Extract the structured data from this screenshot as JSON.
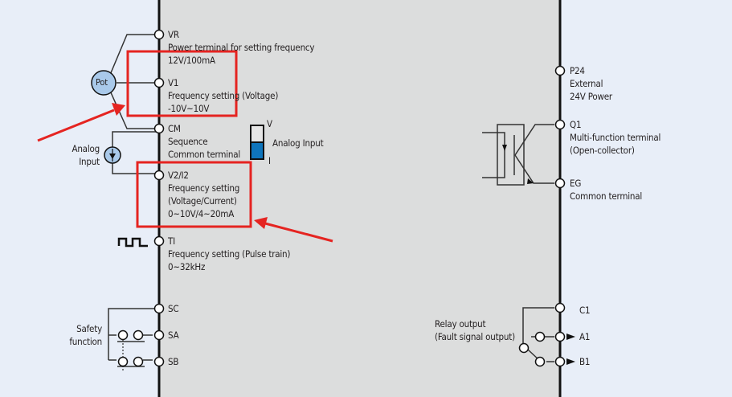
{
  "left_terminals": [
    {
      "name": "VR",
      "desc": [
        "Power terminal for setting frequency",
        "12V/100mA"
      ]
    },
    {
      "name": "V1",
      "desc": [
        "Frequency setting (Voltage)",
        "-10V~10V"
      ]
    },
    {
      "name": "CM",
      "desc": [
        "Sequence",
        "Common terminal"
      ]
    },
    {
      "name": "V2/I2",
      "desc": [
        "Frequency setting",
        "(Voltage/Current)",
        "0~10V/4~20mA"
      ]
    },
    {
      "name": "TI",
      "desc": [
        "Frequency setting (Pulse train)",
        "0~32kHz"
      ]
    },
    {
      "name": "SC",
      "desc": []
    },
    {
      "name": "SA",
      "desc": []
    },
    {
      "name": "SB",
      "desc": []
    }
  ],
  "right_terminals": [
    {
      "name": "P24",
      "desc": [
        "External",
        "24V Power"
      ]
    },
    {
      "name": "Q1",
      "desc": [
        "Multi-function terminal",
        "(Open-collector)"
      ]
    },
    {
      "name": "EG",
      "desc": [
        "Common terminal"
      ]
    },
    {
      "name": "C1",
      "desc": []
    },
    {
      "name": "A1",
      "desc": []
    },
    {
      "name": "B1",
      "desc": []
    }
  ],
  "components": {
    "pot_label": "Pot",
    "analog_input_left": [
      "Analog",
      "Input"
    ],
    "switch_label": "Analog Input",
    "switch_v": "V",
    "switch_i": "I",
    "safety_label": [
      "Safety",
      "function"
    ],
    "relay_label": [
      "Relay output",
      "(Fault signal output)"
    ]
  },
  "colors": {
    "outer_bg": "#e8eef8",
    "panel_bg": "#dcdddd",
    "highlight": "#e52421",
    "pot_fill": "#a9c9ea",
    "switch_fill": "#0f75bc"
  }
}
